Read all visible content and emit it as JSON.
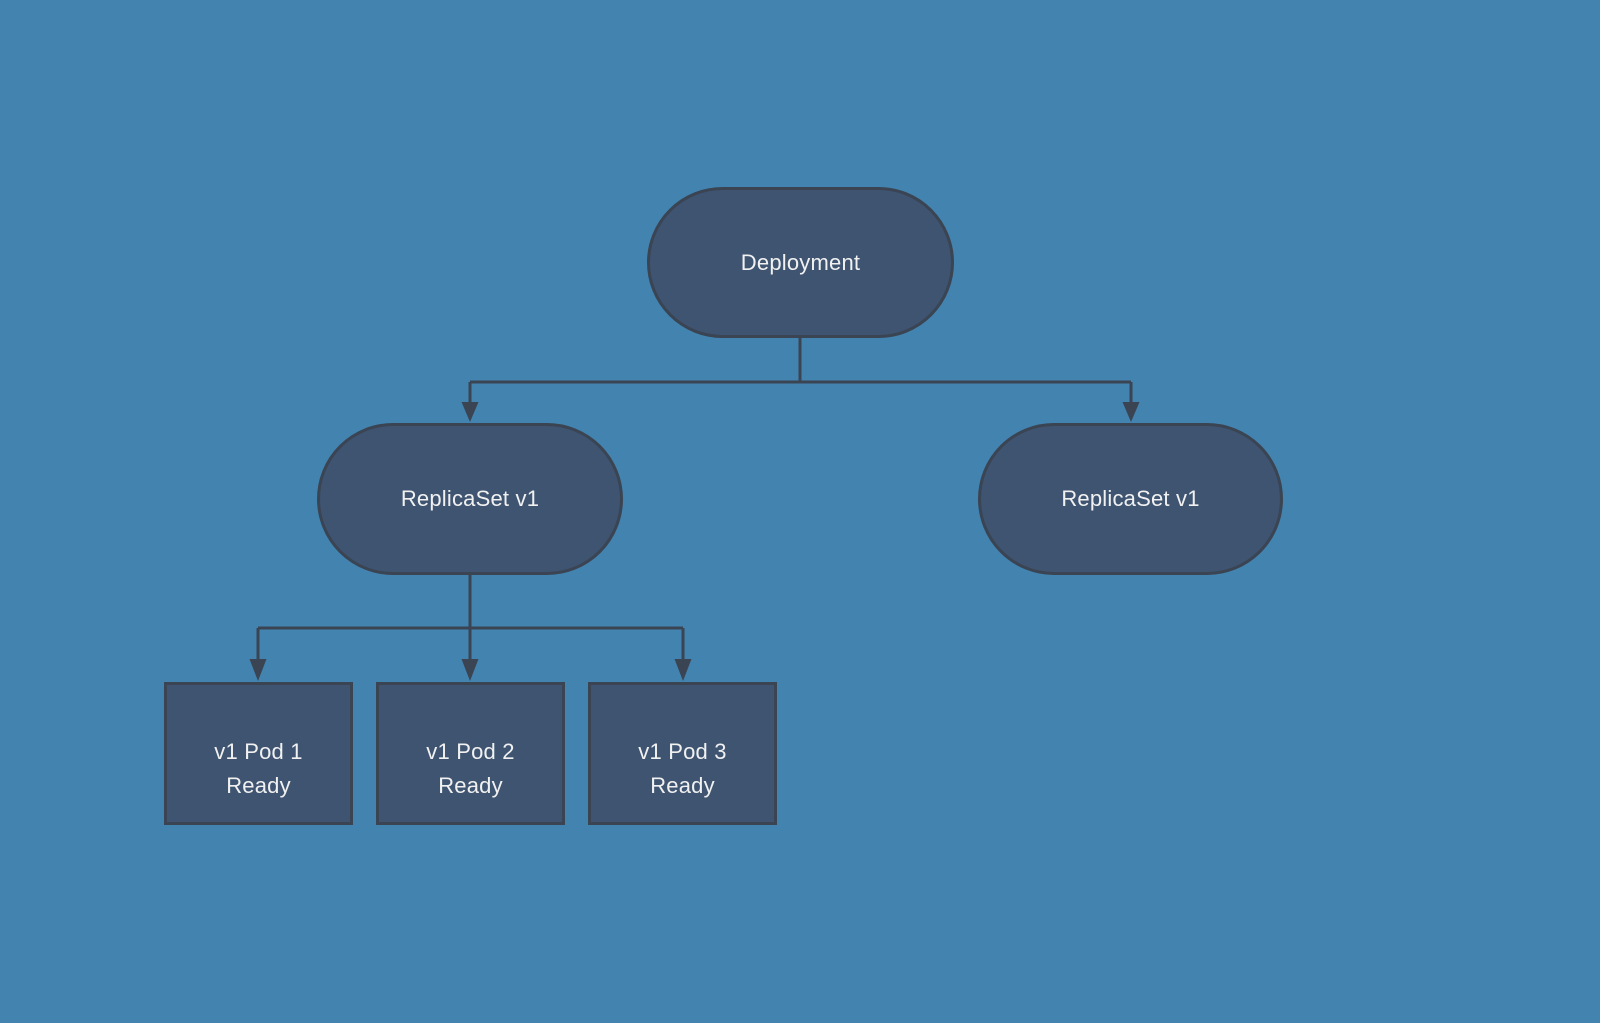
{
  "colors": {
    "background": "#4383B0",
    "node_fill": "#3E5471",
    "node_border": "#3A4452",
    "connector": "#3A4452",
    "text": "#F1F1F1"
  },
  "diagram": {
    "nodes": {
      "deployment": {
        "label": "Deployment",
        "shape": "stadium"
      },
      "replicaset_left": {
        "label": "ReplicaSet v1",
        "shape": "stadium"
      },
      "replicaset_right": {
        "label": "ReplicaSet v1",
        "shape": "stadium"
      },
      "pod1": {
        "label": "v1 Pod 1",
        "status": "Ready",
        "shape": "rectangle"
      },
      "pod2": {
        "label": "v1 Pod 2",
        "status": "Ready",
        "shape": "rectangle"
      },
      "pod3": {
        "label": "v1 Pod 3",
        "status": "Ready",
        "shape": "rectangle"
      }
    },
    "edges": [
      {
        "from": "deployment",
        "to": "replicaset_left"
      },
      {
        "from": "deployment",
        "to": "replicaset_right"
      },
      {
        "from": "replicaset_left",
        "to": "pod1"
      },
      {
        "from": "replicaset_left",
        "to": "pod2"
      },
      {
        "from": "replicaset_left",
        "to": "pod3"
      }
    ]
  }
}
